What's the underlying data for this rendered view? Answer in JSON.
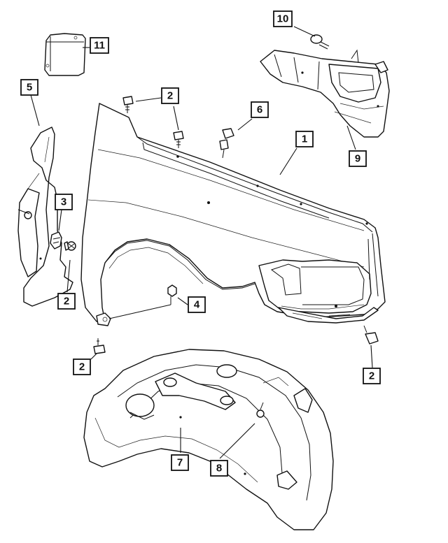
{
  "callouts": [
    {
      "id": "c10a",
      "label": "10"
    },
    {
      "id": "c11",
      "label": "11"
    },
    {
      "id": "c5",
      "label": "5"
    },
    {
      "id": "c2a",
      "label": "2"
    },
    {
      "id": "c6",
      "label": "6"
    },
    {
      "id": "c1",
      "label": "1"
    },
    {
      "id": "c9",
      "label": "9"
    },
    {
      "id": "c3",
      "label": "3"
    },
    {
      "id": "c2b",
      "label": "2"
    },
    {
      "id": "c4",
      "label": "4"
    },
    {
      "id": "c2c",
      "label": "2"
    },
    {
      "id": "c2d",
      "label": "2"
    },
    {
      "id": "c7",
      "label": "7"
    },
    {
      "id": "c8",
      "label": "8"
    }
  ]
}
